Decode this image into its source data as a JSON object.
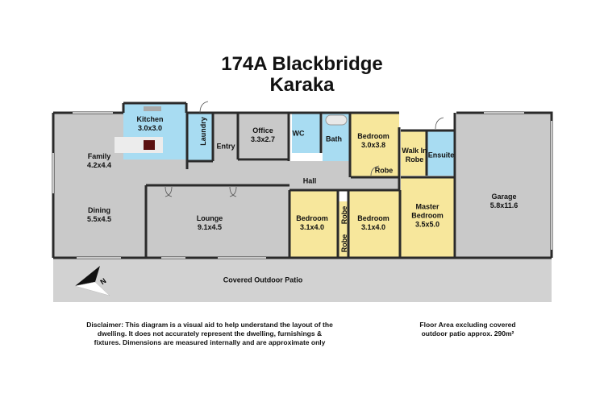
{
  "header": {
    "line1": "174A Blackbridge",
    "line2": "Karaka"
  },
  "colors": {
    "living_grey": "#c9c9c9",
    "wet_blue": "#a8dcf2",
    "bedroom_yellow": "#f7e79c",
    "wall": "#2a2a2a",
    "patio_grey": "#d2d2d2"
  },
  "rooms": {
    "kitchen": {
      "name": "Kitchen",
      "size": "3.0x3.0"
    },
    "laundry": {
      "name": "Laundry"
    },
    "entry": {
      "name": "Entry"
    },
    "office": {
      "name": "Office",
      "size": "3.3x2.7"
    },
    "wc": {
      "name": "WC"
    },
    "bath": {
      "name": "Bath"
    },
    "bedroom1": {
      "name": "Bedroom",
      "size": "3.0x3.8"
    },
    "robe1": {
      "name": "Robe"
    },
    "walk_in_robe": {
      "name": "Walk In\nRobe",
      "line1": "Walk In",
      "line2": "Robe"
    },
    "ensuite": {
      "name": "Ensuite"
    },
    "family": {
      "name": "Family",
      "size": "4.2x4.4"
    },
    "dining": {
      "name": "Dining",
      "size": "5.5x4.5"
    },
    "lounge": {
      "name": "Lounge",
      "size": "9.1x4.5"
    },
    "hall": {
      "name": "Hall"
    },
    "bedroom2": {
      "name": "Bedroom",
      "size": "3.1x4.0"
    },
    "robe2": {
      "name": "Robe"
    },
    "robe3": {
      "name": "Robe"
    },
    "bedroom3": {
      "name": "Bedroom",
      "size": "3.1x4.0"
    },
    "master": {
      "line1": "Master",
      "line2": "Bedroom",
      "size": "3.5x5.0"
    },
    "garage": {
      "name": "Garage",
      "size": "5.8x11.6"
    },
    "patio": {
      "name": "Covered Outdoor Patio"
    }
  },
  "compass": {
    "icon": "north-arrow-icon",
    "label": "N"
  },
  "footer": {
    "disclaimer_line1": "Disclaimer: This diagram is a visual aid to help understand the layout of the",
    "disclaimer_line2": "dwelling. It does not accurately represent the dwelling, furnishings &",
    "disclaimer_line3": "fixtures. Dimensions are measured internally and are approximate only",
    "area_line1": "Floor Area excluding covered",
    "area_line2": "outdoor patio approx. 290m²"
  }
}
